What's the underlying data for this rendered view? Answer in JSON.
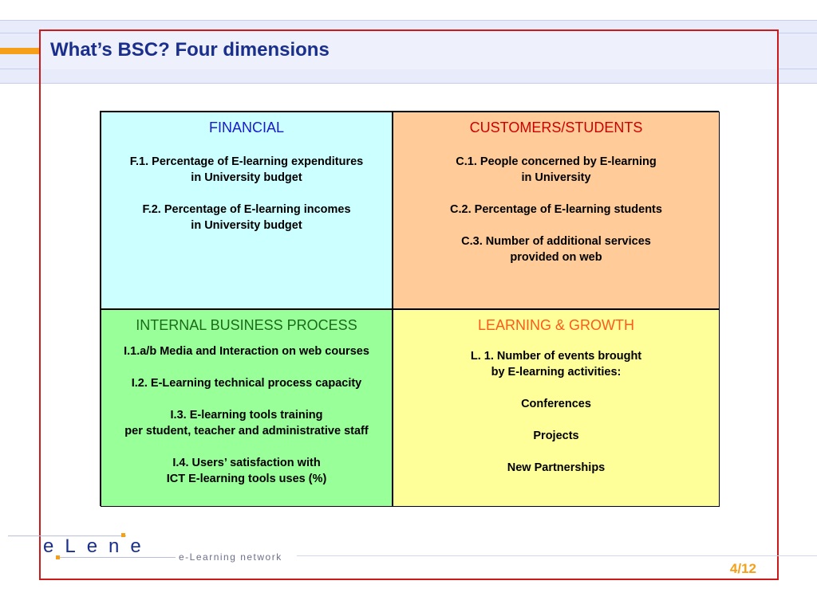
{
  "slide": {
    "title": "What’s BSC? Four dimensions",
    "page_number": "4/12",
    "colors": {
      "frame": "#cc1a1a",
      "title": "#1a2f8c",
      "accent": "#f5a018"
    }
  },
  "quadrants": {
    "financial": {
      "heading": "FINANCIAL",
      "items": [
        [
          "F.1. Percentage of E-learning expenditures",
          "in University budget"
        ],
        [
          "F.2. Percentage of E-learning incomes",
          "in University budget"
        ]
      ]
    },
    "customers": {
      "heading": "CUSTOMERS/STUDENTS",
      "items": [
        [
          "C.1. People concerned by E-learning",
          "in University"
        ],
        [
          "C.2. Percentage of E-learning students"
        ],
        [
          "C.3. Number of additional services",
          "provided on web"
        ]
      ]
    },
    "internal": {
      "heading": "INTERNAL BUSINESS PROCESS",
      "items": [
        [
          "I.1.a/b Media and Interaction on web courses"
        ],
        [
          "I.2. E-Learning technical process capacity"
        ],
        [
          "I.3. E-learning tools training",
          "per student, teacher and administrative staff"
        ],
        [
          "I.4. Users’ satisfaction with",
          "ICT E-learning tools uses (%)"
        ]
      ]
    },
    "learning": {
      "heading": "LEARNING & GROWTH",
      "items": [
        [
          "L. 1. Number of events brought",
          "by E-learning activities:"
        ],
        [
          "Conferences"
        ],
        [
          "Projects"
        ],
        [
          "New Partnerships"
        ]
      ]
    }
  },
  "footer": {
    "logo_text": "eLene",
    "tagline": "e-Learning network"
  }
}
